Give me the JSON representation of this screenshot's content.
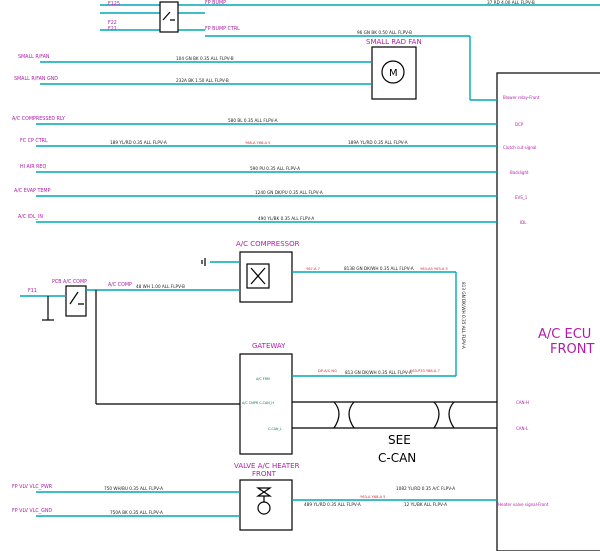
{
  "labels": {
    "f125": "F125",
    "f22": "F22",
    "f21_top": "F21",
    "fp_bump": "FP BUMP",
    "fp_bump_ctrl": "FP BUMP CTRL",
    "top_wire": "37 RD 4.00 ALL FLPV-B",
    "fan_wire_in": "96 GN BK 0.50 ALL FLPV-B",
    "small_fan": "SMALL RAD FAN",
    "small_rfan": "SMALL R/FAN",
    "small_rfan_wire": "104 GN BK 0.35 ALL FLPV-B",
    "small_rfan_gnd": "SMALL R/FAN GND",
    "small_rfan_gnd_wire": "232A BK 1.50 ALL FLPV-B",
    "blower_front": "Blower relay-Front",
    "ac_compressed_rly": "A/C COMPRESSED RLY",
    "ac_compressed_wire": "580 BL 0.35 ALL FLPV-A",
    "dcp": "DCP",
    "fc_cp_ctrl": "FC CP CTRL",
    "fc_cp_wire_left": "189 YL/RD 0.35 ALL FLPV-A",
    "fc_cp_conn": "Y68-A Y68-A 5",
    "fc_cp_wire_right": "189A YL/RD 0.35 ALL FLPV-A",
    "fc_cp_signal": "Clutch cut signal",
    "hi_air_req": "HI AIR REQ",
    "hi_air_wire": "590 PU 0.35 ALL FLPV-A",
    "backlight": "Backlight",
    "ac_evap": "A/C EVAP TEMP",
    "ac_evap_wire": "1240 GN DK/PU 0.35 ALL FLPV-A",
    "evs": "EVS_1",
    "ac_idl": "A/C IDL_IN",
    "ac_idl_wire": "490 YL/BK 0.35 ALL FLPV-A",
    "idl": "IDL",
    "ac_compressor": "A/C COMPRESSOR",
    "pcb_ac_comp": "PCB A/C COMP",
    "f11": "F11",
    "ac_comp_wire": "48 WH 1.00 ALL FLPV-B",
    "ac_comp_label": "A/C COMP",
    "y67": "Y67-A 7",
    "comp_out_wire": "813B GN DK/WH 0.35 ALL FLPV-A",
    "y63": "Y63-A5 Y63-A 5",
    "vert_wire": "813 GN DK/WH 0.35 ALL FLPV-A",
    "ecu_line1": "A/C ECU",
    "ecu_line2": "FRONT",
    "gateway": "GATEWAY",
    "gw_pin1": "A/C FRM",
    "gw_conn": "DP-A/C NG",
    "gw_wire": "813 GN DK/WH 0.35 ALL FLPV-A",
    "gw_conn2": "Y63-P33 Y68-A 7",
    "gw_pin2": "A/C CMPR C-CAN_H",
    "gw_pin3": "C-CAN_L",
    "can_h": "CAN-H",
    "can_l": "CAN-L",
    "see": "SEE",
    "ccan": "C-CAN",
    "valve_line1": "VALVE A/C HEATER",
    "valve_line2": "FRONT",
    "fp_top_label": "FP VLV VLC_PWR",
    "fp_top_wire": "750 WH/BU 0.35 ALL FLPV-A",
    "fp_bot_label": "FP VLV VLC_GND",
    "fp_bot_wire": "750A BK 0.35 ALL FLPV-A",
    "valve_wire1": "1082 YL/RD 0.35 A/C FLPV-A",
    "valve_conn": "Y63-A Y68-A 5",
    "valve_wire2": "489 YL/RD 0.35 ALL FLPV-A",
    "valve_wire3": "12 YL/BK ALL FLPV-A",
    "heater_signal": "Heater valve signal-Front"
  }
}
